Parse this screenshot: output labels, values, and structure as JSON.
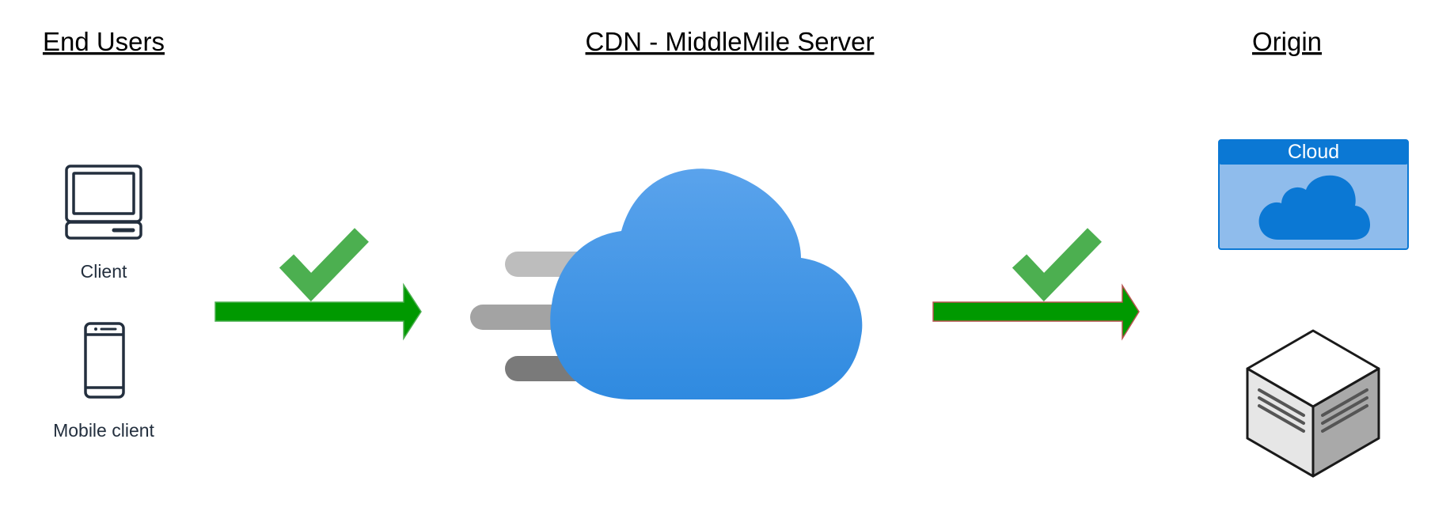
{
  "headings": {
    "end_users": "End Users",
    "cdn": "CDN - MiddleMile Server",
    "origin": "Origin"
  },
  "end_users": {
    "client_label": "Client",
    "mobile_label": "Mobile client",
    "client_icon": "desktop-computer-icon",
    "mobile_icon": "mobile-phone-icon"
  },
  "cdn": {
    "icon": "fast-cloud-icon",
    "colors": {
      "cloud_top": "#5aa3ec",
      "cloud_bottom": "#2f8ae0",
      "speed_line_light": "#bdbdbd",
      "speed_line_mid": "#a3a3a3",
      "speed_line_dark": "#7a7a7a"
    }
  },
  "origin": {
    "cloud_box_title": "Cloud",
    "cloud_icon": "cloud-icon",
    "server_icon": "server-cube-icon",
    "colors": {
      "box_header": "#0b78d4",
      "box_body": "#8fbcec",
      "cloud_fill": "#0b78d4"
    }
  },
  "flows": {
    "arrow_color": "#009900",
    "check_color": "#4caf50",
    "left_arrow_border": "#4caf50",
    "right_arrow_border": "#b85450"
  }
}
